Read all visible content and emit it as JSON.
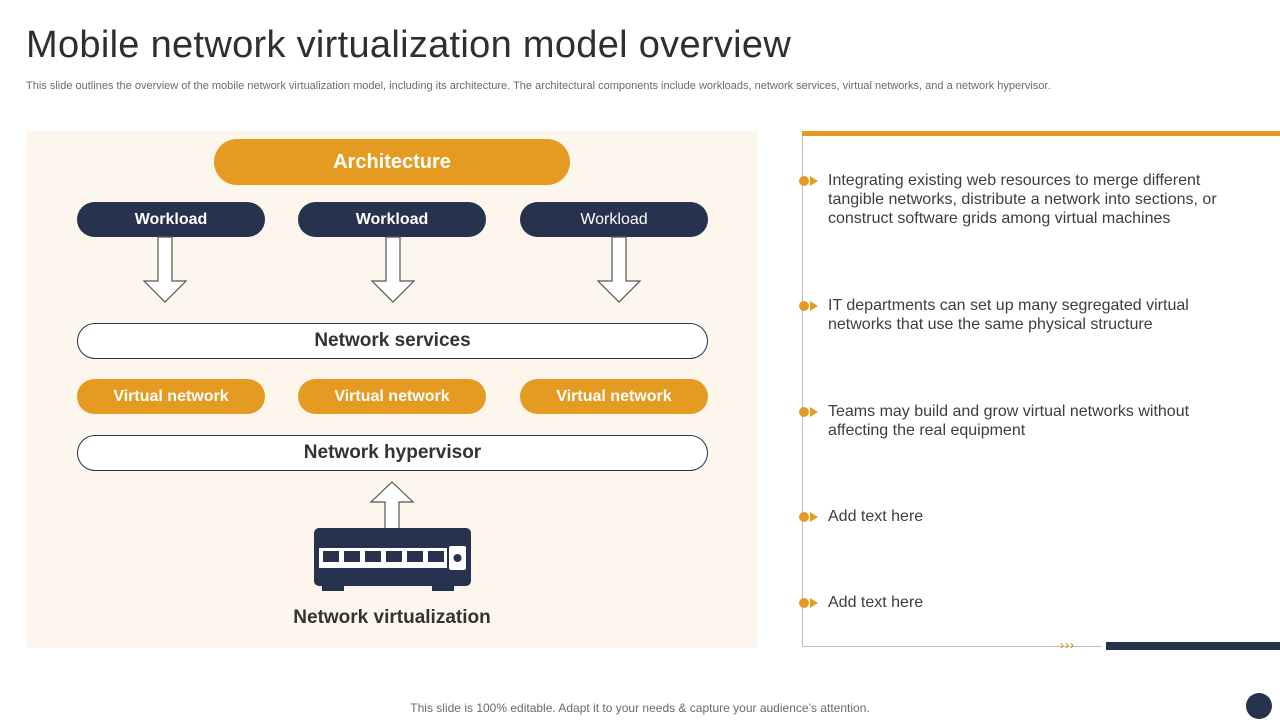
{
  "header": {
    "title": "Mobile network virtualization model overview",
    "subtitle": "This slide outlines the overview of the mobile network virtualization model, including its architecture. The architectural components include workloads, network services, virtual networks, and a network hypervisor."
  },
  "diagram": {
    "architecture_label": "Architecture",
    "workloads": [
      "Workload",
      "Workload",
      "Workload"
    ],
    "network_services_label": "Network services",
    "virtual_networks": [
      "Virtual network",
      "Virtual network",
      "Virtual network"
    ],
    "network_hypervisor_label": "Network hypervisor",
    "device_icon": "network-switch-icon",
    "device_caption": "Network virtualization"
  },
  "points": [
    "Integrating  existing web resources to merge different tangible networks,  distribute a network into sections, or construct  software grids among virtual machines",
    "IT departments can set up many segregated virtual networks that use the same physical structure",
    "Teams may build and grow virtual networks without affecting the real equipment",
    "Add text here",
    "Add text here"
  ],
  "decor": {
    "chevrons": "›››"
  },
  "footer": {
    "text": "This slide is 100% editable. Adapt it to your needs & capture your audience’s attention."
  },
  "colors": {
    "accent_orange": "#e59b22",
    "navy": "#27324f",
    "panel_background": "#fdf6ec"
  }
}
